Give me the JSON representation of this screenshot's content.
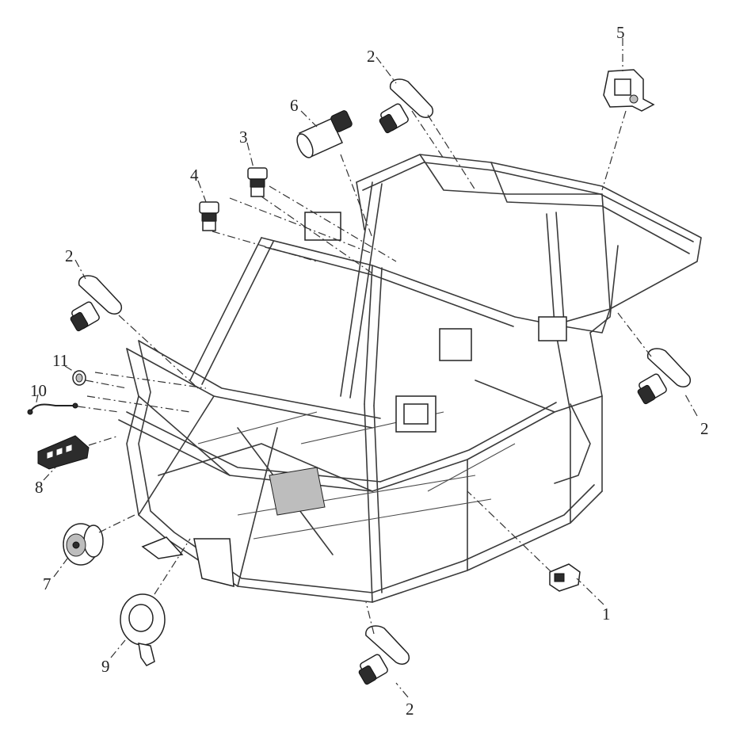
{
  "diagram": {
    "callouts": [
      {
        "id": "c2-top",
        "label": "2"
      },
      {
        "id": "c5",
        "label": "5"
      },
      {
        "id": "c6",
        "label": "6"
      },
      {
        "id": "c3",
        "label": "3"
      },
      {
        "id": "c4",
        "label": "4"
      },
      {
        "id": "c2-left",
        "label": "2"
      },
      {
        "id": "c11",
        "label": "11"
      },
      {
        "id": "c10",
        "label": "10"
      },
      {
        "id": "c8",
        "label": "8"
      },
      {
        "id": "c7",
        "label": "7"
      },
      {
        "id": "c9",
        "label": "9"
      },
      {
        "id": "c2-bottom",
        "label": "2"
      },
      {
        "id": "c1",
        "label": "1"
      },
      {
        "id": "c2-right",
        "label": "2"
      }
    ]
  }
}
